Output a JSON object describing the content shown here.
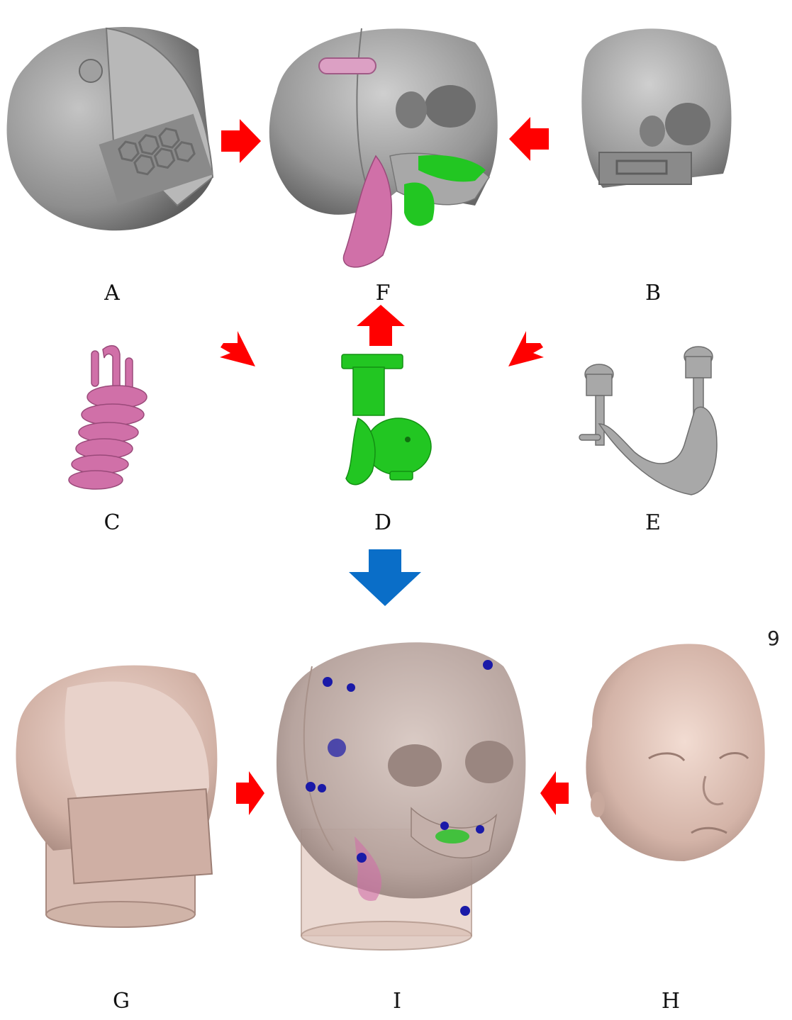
{
  "labels": {
    "a": "A",
    "b": "B",
    "c": "C",
    "d": "D",
    "e": "E",
    "f": "F",
    "g": "G",
    "h": "H",
    "i": "I"
  },
  "page_number": "9",
  "colors": {
    "skull_grey": "#9a9a9a",
    "spine_pink": "#d070a8",
    "hyoid_green": "#22c622",
    "skin_tone": "#d8b8ac",
    "arrow_red": "#ff0000",
    "arrow_blue": "#0a6ec8",
    "marker_blue": "#1a1aa8"
  },
  "panels": [
    {
      "id": "A",
      "icon": "skull-cut-open-icon"
    },
    {
      "id": "F",
      "icon": "assembled-skull-icon"
    },
    {
      "id": "B",
      "icon": "skull-front-shell-icon"
    },
    {
      "id": "C",
      "icon": "cervical-spine-icon"
    },
    {
      "id": "D",
      "icon": "hyoid-larynx-icon"
    },
    {
      "id": "E",
      "icon": "mandible-icon"
    },
    {
      "id": "G",
      "icon": "head-back-shell-icon"
    },
    {
      "id": "I",
      "icon": "assembled-head-icon"
    },
    {
      "id": "H",
      "icon": "infant-face-icon"
    }
  ]
}
